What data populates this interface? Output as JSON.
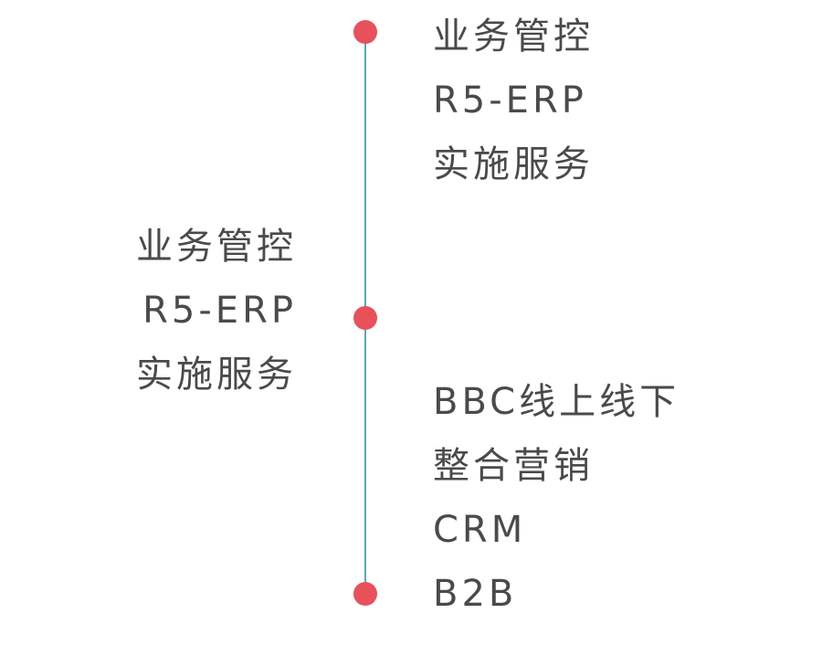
{
  "timeline": {
    "accent_line_color": "#5aa6b8",
    "node_color": "#e8505b",
    "top_right": {
      "lines": [
        "业务管控",
        "R5-ERP",
        "实施服务"
      ]
    },
    "middle_left": {
      "lines": [
        "业务管控",
        "R5-ERP",
        "实施服务"
      ]
    },
    "bottom_right": {
      "lines": [
        "BBC线上线下",
        "整合营销",
        "CRM",
        "B2B"
      ]
    }
  }
}
